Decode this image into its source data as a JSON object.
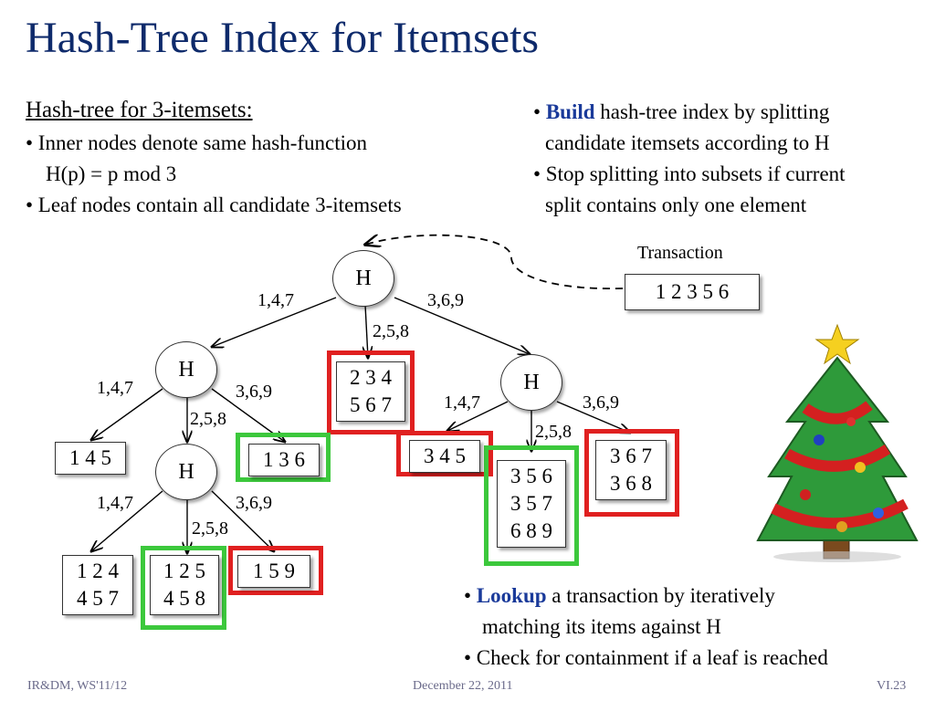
{
  "title": "Hash-Tree Index for Itemsets",
  "left_text": {
    "heading": "Hash-tree for 3-itemsets:",
    "bullet1_line1": "• Inner nodes denote same hash-function",
    "bullet1_line2": "H(p) = p mod 3",
    "bullet2": "• Leaf nodes contain all candidate 3-itemsets"
  },
  "right_text": {
    "b1_bullet": "• ",
    "b1_bold": "Build",
    "b1_rest": " hash-tree index by splitting",
    "b1_line2": "candidate itemsets according to H",
    "b2_line1": "• Stop splitting into subsets if current",
    "b2_line2": "split contains only one element"
  },
  "transaction": {
    "label": "Transaction",
    "value": "1 2 3 5 6"
  },
  "tree": {
    "hash_label": "H",
    "edge_labels": {
      "a": "1,4,7",
      "b": "2,5,8",
      "c": "3,6,9"
    },
    "leaves": {
      "l145": [
        "1 4 5"
      ],
      "l136": [
        "1 3 6"
      ],
      "l234": [
        "2 3 4",
        "5 6 7"
      ],
      "l345": [
        "3 4 5"
      ],
      "l356": [
        "3 5 6",
        "3 5 7",
        "6 8 9"
      ],
      "l367": [
        "3 6 7",
        "3 6 8"
      ],
      "l124": [
        "1 2 4",
        "4 5 7"
      ],
      "l125": [
        "1 2 5",
        "4 5 8"
      ],
      "l159": [
        "1 5 9"
      ]
    }
  },
  "bottom_text": {
    "b1_bullet": "• ",
    "b1_bold": "Lookup",
    "b1_rest": " a transaction by iteratively",
    "b1_line2": "matching its items against H",
    "b2": "• Check for containment if a leaf is reached"
  },
  "image": {
    "icon": "christmas-tree-icon"
  },
  "colors": {
    "title": "#0e2a6b",
    "highlight_red": "#e02020",
    "highlight_green": "#3cc83c",
    "bold_blue": "#1a3a9a"
  },
  "footer": {
    "left": "IR&DM, WS'11/12",
    "center": "December 22, 2011",
    "right": "VI.23"
  }
}
